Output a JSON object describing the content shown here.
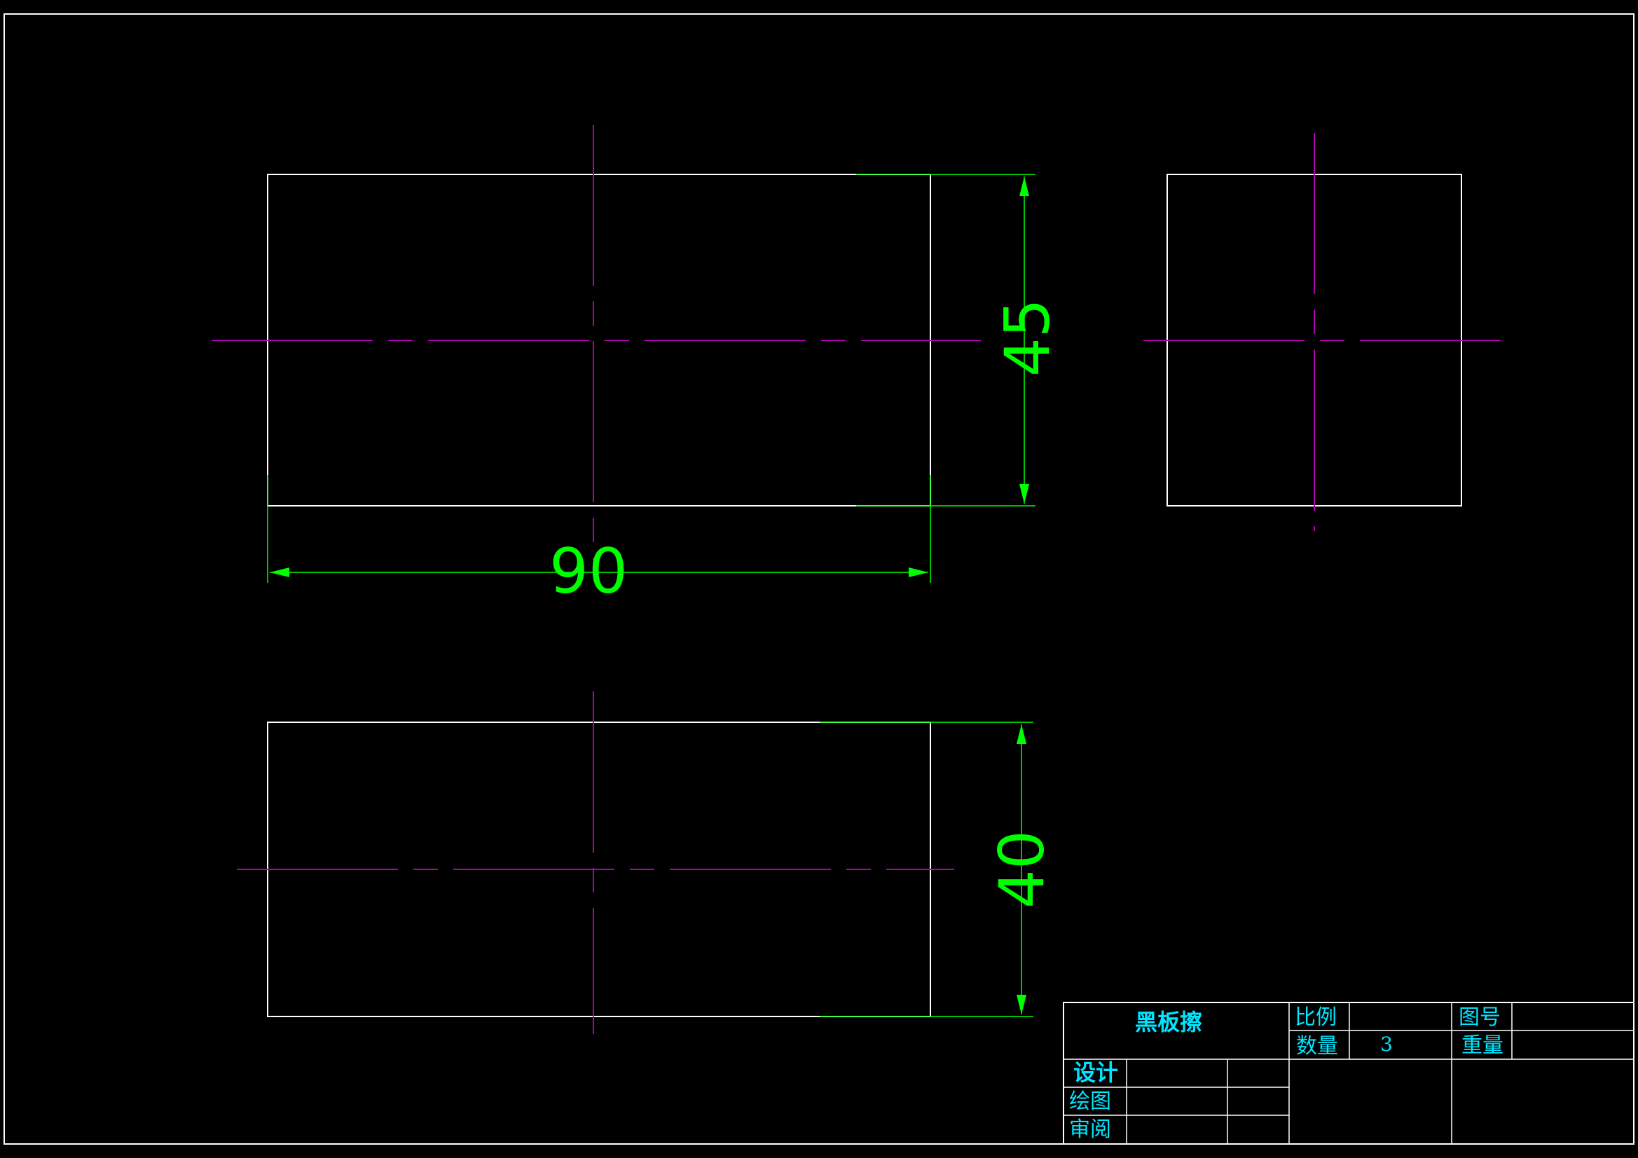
{
  "colors": {
    "background": "#000000",
    "outline": "#ffffff",
    "centerline": "#b000b0",
    "dimension": "#00ff00",
    "title_block_text": "#00e5ff"
  },
  "dimensions": {
    "width": "90",
    "height_front": "45",
    "height_top": "40"
  },
  "title_block": {
    "part_name": "黑板擦",
    "scale_label": "比例",
    "scale_value": "",
    "drawing_no_label": "图号",
    "drawing_no_value": "",
    "quantity_label": "数量",
    "quantity_value": "3",
    "weight_label": "重量",
    "weight_value": "",
    "designed_label": "设计",
    "drawn_label": "绘图",
    "reviewed_label": "审阅"
  }
}
